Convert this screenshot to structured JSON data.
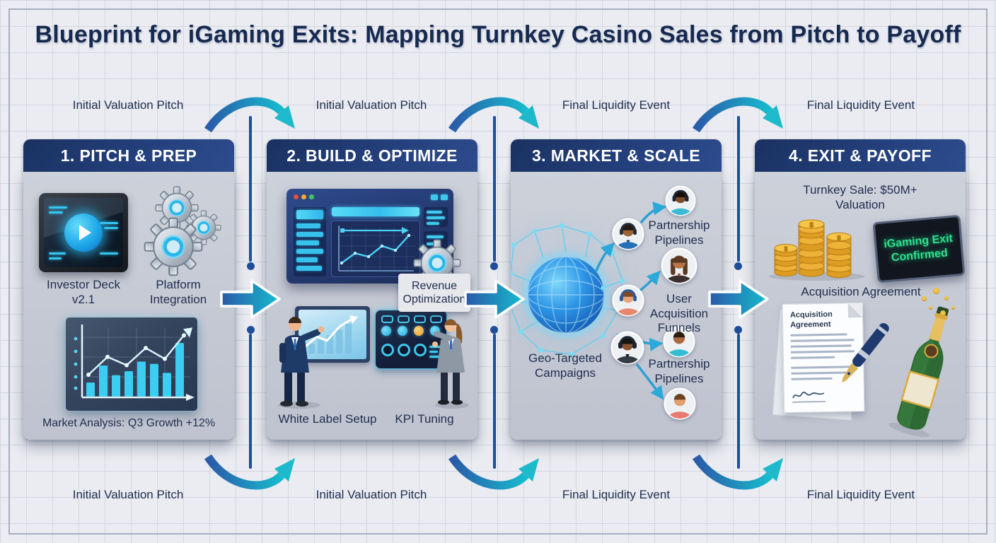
{
  "title": "Blueprint for iGaming Exits: Mapping Turnkey Casino Sales from Pitch to Payoff",
  "flow": {
    "top_labels": [
      "Initial Valuation Pitch",
      "Initial Valuation Pitch",
      "Final Liquidity Event",
      "Final Liquidity Event"
    ],
    "bottom_labels": [
      "Initial Valuation Pitch",
      "Initial Valuation Pitch",
      "Final Liquidity Event",
      "Final Liquidity Event"
    ]
  },
  "stages": [
    {
      "header": "1. PITCH & PREP",
      "items": {
        "investor_deck": "Investor Deck v2.1",
        "platform_integration": "Platform Integration",
        "market_analysis": "Market Analysis: Q3 Growth +12%"
      },
      "mini_chart": {
        "type": "bar+line",
        "bars": [
          25,
          55,
          38,
          45,
          62,
          58,
          42,
          95
        ],
        "line": [
          30,
          58,
          45,
          72,
          55,
          92
        ]
      }
    },
    {
      "header": "2. BUILD & OPTIMIZE",
      "items": {
        "revenue_optimization": "Revenue Optimization",
        "white_label_setup": "White Label Setup",
        "kpi_tuning": "KPI Tuning"
      },
      "browser_chart": {
        "type": "line",
        "line": [
          15,
          38,
          30,
          55,
          45,
          80
        ]
      }
    },
    {
      "header": "3. MARKET & SCALE",
      "items": {
        "partnership_pipelines_top": "Partnership Pipelines",
        "user_acquisition_funnels": "User Acquisition Funnels",
        "partnership_pipelines_bottom": "Partnership Pipelines",
        "geo_targeted_campaigns": "Geo-Targeted Campaigns"
      }
    },
    {
      "header": "4. EXIT & PAYOFF",
      "items": {
        "turnkey_sale": "Turnkey Sale: $50M+ Valuation",
        "exit_screen": "iGaming Exit Confirmed",
        "acquisition_agreement": "Acquisition Agreement",
        "document_title": "Acquisition Agreement"
      }
    }
  ],
  "colors": {
    "header_navy": "#1d3567",
    "accent_blue": "#2a5cab",
    "accent_teal": "#18b9cc",
    "cyan": "#35c9f0",
    "panel_gray": "#c7cbd5",
    "gold": "#e9ab2e",
    "confirm_green": "#2ce28e",
    "text_navy": "#1f2d4e"
  }
}
